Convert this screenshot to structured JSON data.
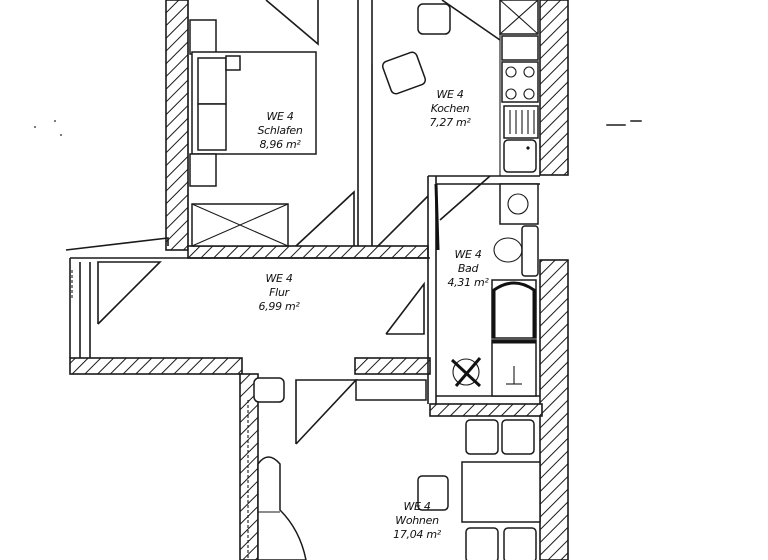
{
  "plan": {
    "type": "floor-plan",
    "unit_label": "WE 4",
    "rooms": [
      {
        "id": "schlafen",
        "unit": "WE 4",
        "name": "Schlafen",
        "area": "8,96 m²"
      },
      {
        "id": "kochen",
        "unit": "WE 4",
        "name": "Kochen",
        "area": "7,27 m²"
      },
      {
        "id": "bad",
        "unit": "WE 4",
        "name": "Bad",
        "area": "4,31 m²"
      },
      {
        "id": "flur",
        "unit": "WE 4",
        "name": "Flur",
        "area": "6,99 m²"
      },
      {
        "id": "wohnen",
        "unit": "WE 4",
        "name": "Wohnen",
        "area": "17,04 m²"
      }
    ],
    "colors": {
      "ink": "#1a1a1a",
      "paper": "#ffffff"
    }
  }
}
